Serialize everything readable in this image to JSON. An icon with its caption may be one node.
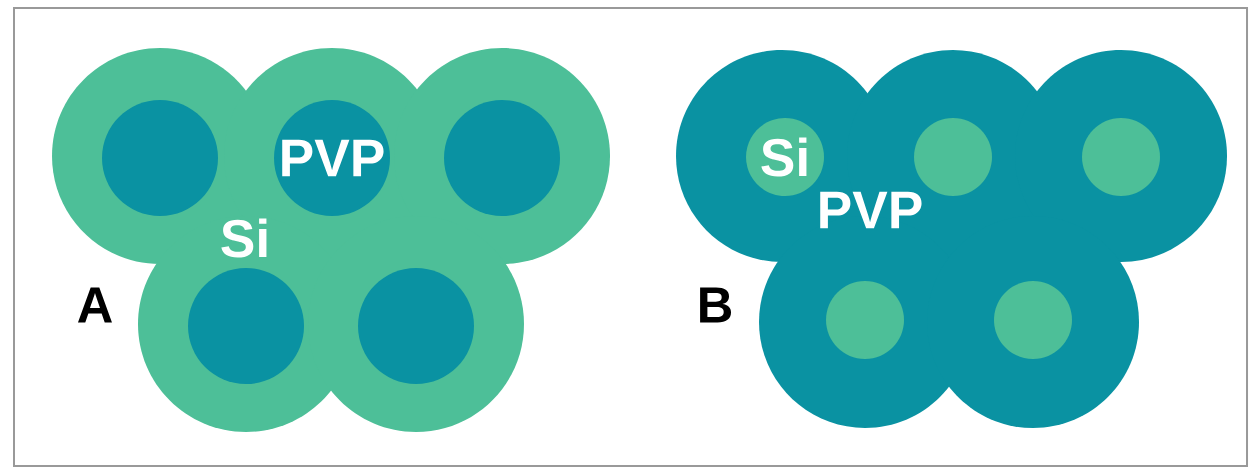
{
  "diagram": {
    "nodes": [
      {
        "text": [],
        "shape": "circle"
      },
      {
        "text": [
          "PVP"
        ]
      },
      {
        "text": [],
        "shape": "circle"
      },
      {
        "text": [],
        "shape": "circle"
      },
      {
        "text": [],
        "shape": "circle"
      },
      {
        "text": [
          "Si"
        ]
      },
      {
        "text": [],
        "shape": "circle"
      },
      {
        "text": [],
        "shape": "circle"
      },
      {
        "text": [],
        "shape": "circle"
      },
      {
        "text": [],
        "shape": "circle"
      }
    ],
    "labels": [
      "Si",
      "A",
      "PVP",
      "B"
    ]
  }
}
